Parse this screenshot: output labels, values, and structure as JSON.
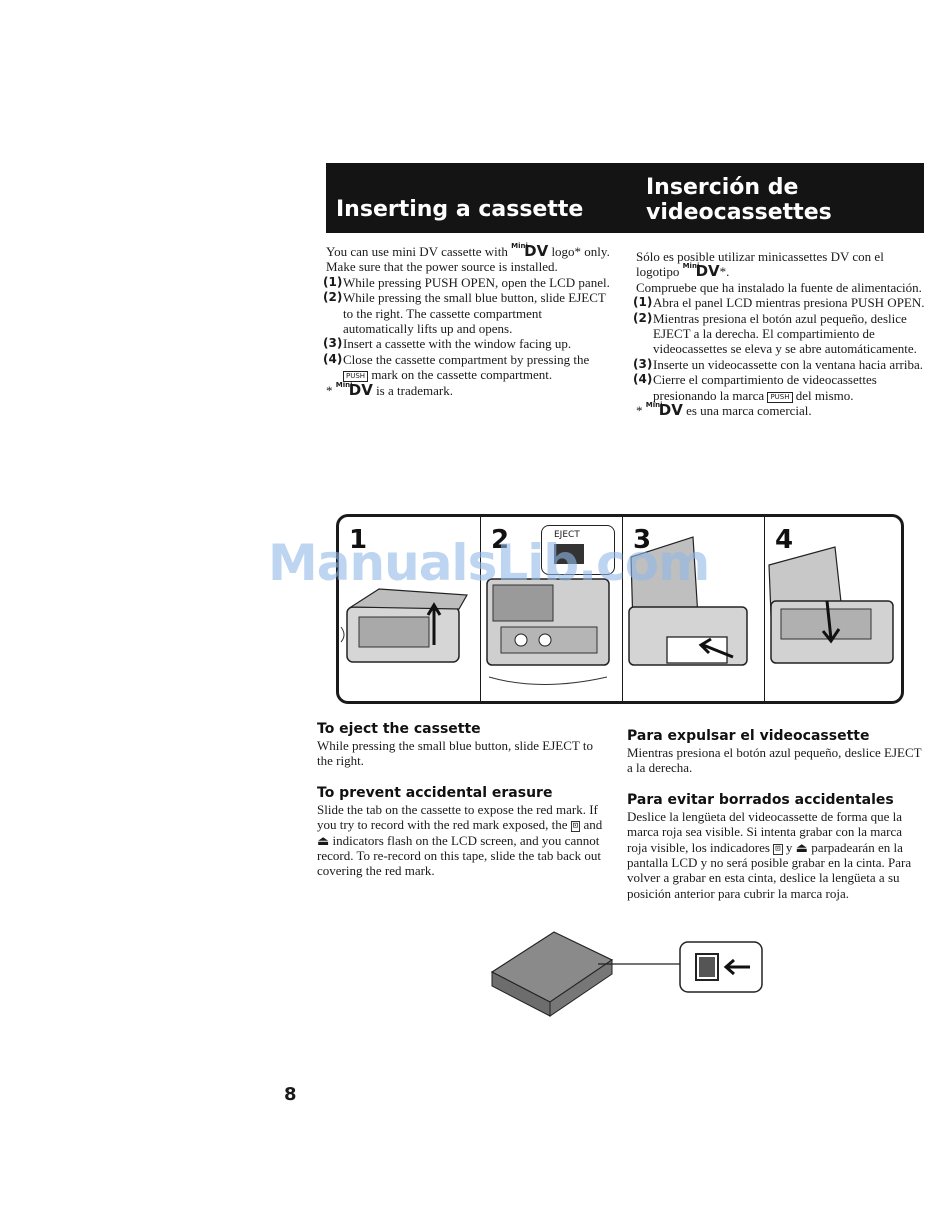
{
  "header": {
    "title_en": "Inserting a cassette",
    "title_es": "Inserción de videocassettes"
  },
  "logo": {
    "mini": "Mini",
    "dv": "DV"
  },
  "push_mark": "PUSH",
  "english": {
    "intro_before_logo": "You can use mini DV cassette with",
    "intro_after_logo": "logo* only.",
    "power_note": "Make sure that the power source is installed.",
    "steps": [
      {
        "num": "(1)",
        "text": "While pressing PUSH OPEN, open the LCD panel."
      },
      {
        "num": "(2)",
        "text": "While pressing the small blue button, slide EJECT to the right. The cassette compartment automatically lifts up and opens."
      },
      {
        "num": "(3)",
        "text": "Insert a cassette with the window facing up."
      },
      {
        "num": "(4)",
        "text_before": "Close the cassette compartment by pressing the",
        "text_after": "mark on the cassette compartment."
      }
    ],
    "footnote_star": "*",
    "footnote_text": "is a trademark.",
    "eject": {
      "heading": "To eject the cassette",
      "body": "While pressing the small blue button, slide EJECT to the right."
    },
    "erasure": {
      "heading": "To prevent accidental erasure",
      "body_1": "Slide the tab on the cassette to expose the red mark. If you try to record with the red mark exposed, the",
      "body_2": "and",
      "body_3": "indicators flash on the LCD screen, and you cannot record. To re-record on this tape, slide the tab back out covering the red mark."
    }
  },
  "spanish": {
    "intro_1": "Sólo es posible utilizar minicassettes DV con el logotipo",
    "intro_2": "*.",
    "power_note": "Compruebe que ha instalado la fuente de alimentación.",
    "steps": [
      {
        "num": "(1)",
        "text": "Abra el panel LCD mientras presiona PUSH OPEN."
      },
      {
        "num": "(2)",
        "text": "Mientras presiona el botón azul pequeño, deslice EJECT a la derecha. El compartimiento de videocassettes se eleva y se abre automáticamente."
      },
      {
        "num": "(3)",
        "text": "Inserte un videocassette con la ventana hacia arriba."
      },
      {
        "num": "(4)",
        "text_before": "Cierre el compartimiento de videocassettes presionando la marca",
        "text_after": "del mismo."
      }
    ],
    "footnote_star": "*",
    "footnote_text": "es una marca comercial.",
    "eject": {
      "heading": "Para expulsar el videocassette",
      "body": "Mientras presiona el botón azul pequeño, deslice EJECT a la derecha."
    },
    "erasure": {
      "heading": "Para evitar borrados accidentales",
      "body_1": "Deslice la lengüeta del videocassette de forma que la marca roja sea visible. Si intenta grabar con la marca roja visible, los indicadores",
      "body_2": "y",
      "body_3": "parpadearán en la pantalla LCD y no será posible grabar en la cinta. Para volver a grabar en esta cinta, deslice la lengüeta a su posición anterior para cubrir la marca roja."
    }
  },
  "illustration": {
    "steps": [
      "1",
      "2",
      "3",
      "4"
    ],
    "eject_label": "EJECT"
  },
  "indicators": {
    "tape": "⊡",
    "eject": "⏏"
  },
  "watermark": "ManualsLib.com",
  "page_number": "8"
}
